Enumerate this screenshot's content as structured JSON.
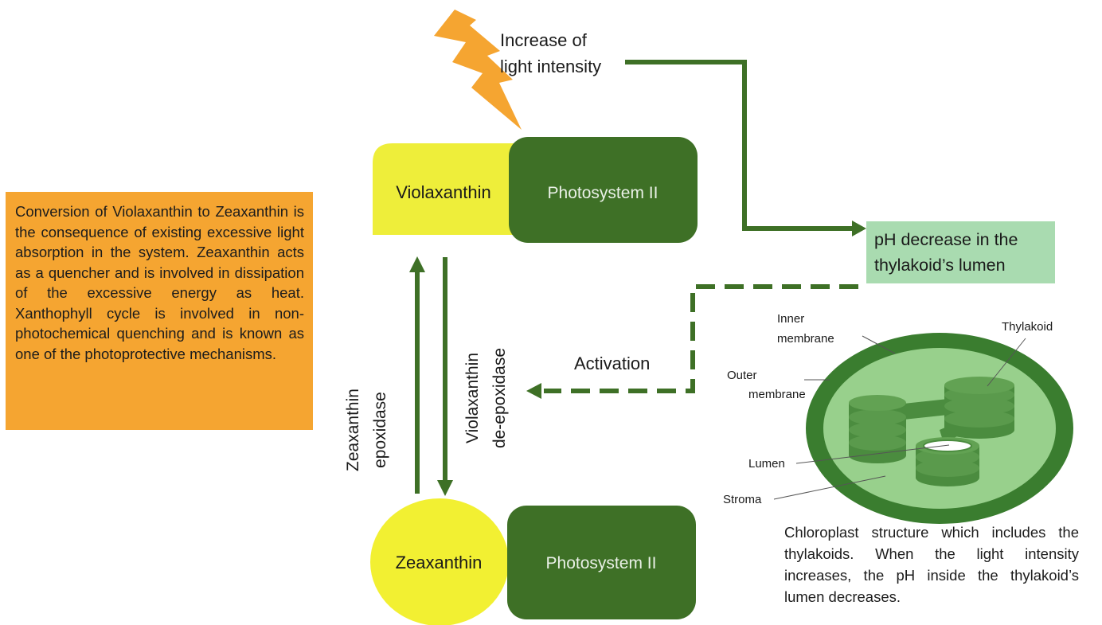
{
  "light_label_line1": "Increase of",
  "light_label_line2": "light intensity",
  "violaxanthin_label": "Violaxanthin",
  "zeaxanthin_label": "Zeaxanthin",
  "photosystem_top_label": "Photosystem II",
  "photosystem_bottom_label": "Photosystem II",
  "ph_box_text": "pH decrease in the thylakoid’s lumen",
  "activation_label": "Activation",
  "zeaxanthin_epoxidase_line1": "Zeaxanthin",
  "zeaxanthin_epoxidase_line2": "epoxidase",
  "violaxanthin_deepoxidase_line1": "Violaxanthin",
  "violaxanthin_deepoxidase_line2": "de-epoxidase",
  "info_text": "Conversion of Violaxanthin to Zeaxanthin is the consequence of existing excessive light absorption in the system. Zeaxanthin acts as a quencher and is involved in dissipation of the excessive energy as heat. Xanthophyll cycle is involved in non-photochemical quenching and is known as one of the photoprotective mechanisms.",
  "chloroplast_labels": {
    "inner_line1": "Inner",
    "inner_line2": "membrane",
    "outer_line1": "Outer",
    "outer_line2": "membrane",
    "thylakoid": "Thylakoid",
    "lumen": "Lumen",
    "stroma": "Stroma"
  },
  "caption_text": "Chloroplast structure which includes the thylakoids. When the light intensity increases, the pH inside the thylakoid’s lumen decreases.",
  "colors": {
    "dark_green": "#3e7026",
    "yellow_violaxanthin": "#eeee3a",
    "yellow_zeaxanthin": "#f2f032",
    "orange": "#f5a531",
    "light_green_box": "#a9dbb0",
    "chloroplast_outer": "#3a7d2f",
    "chloroplast_inner": "#98d08c",
    "thylakoid": "#4b8c3f"
  }
}
